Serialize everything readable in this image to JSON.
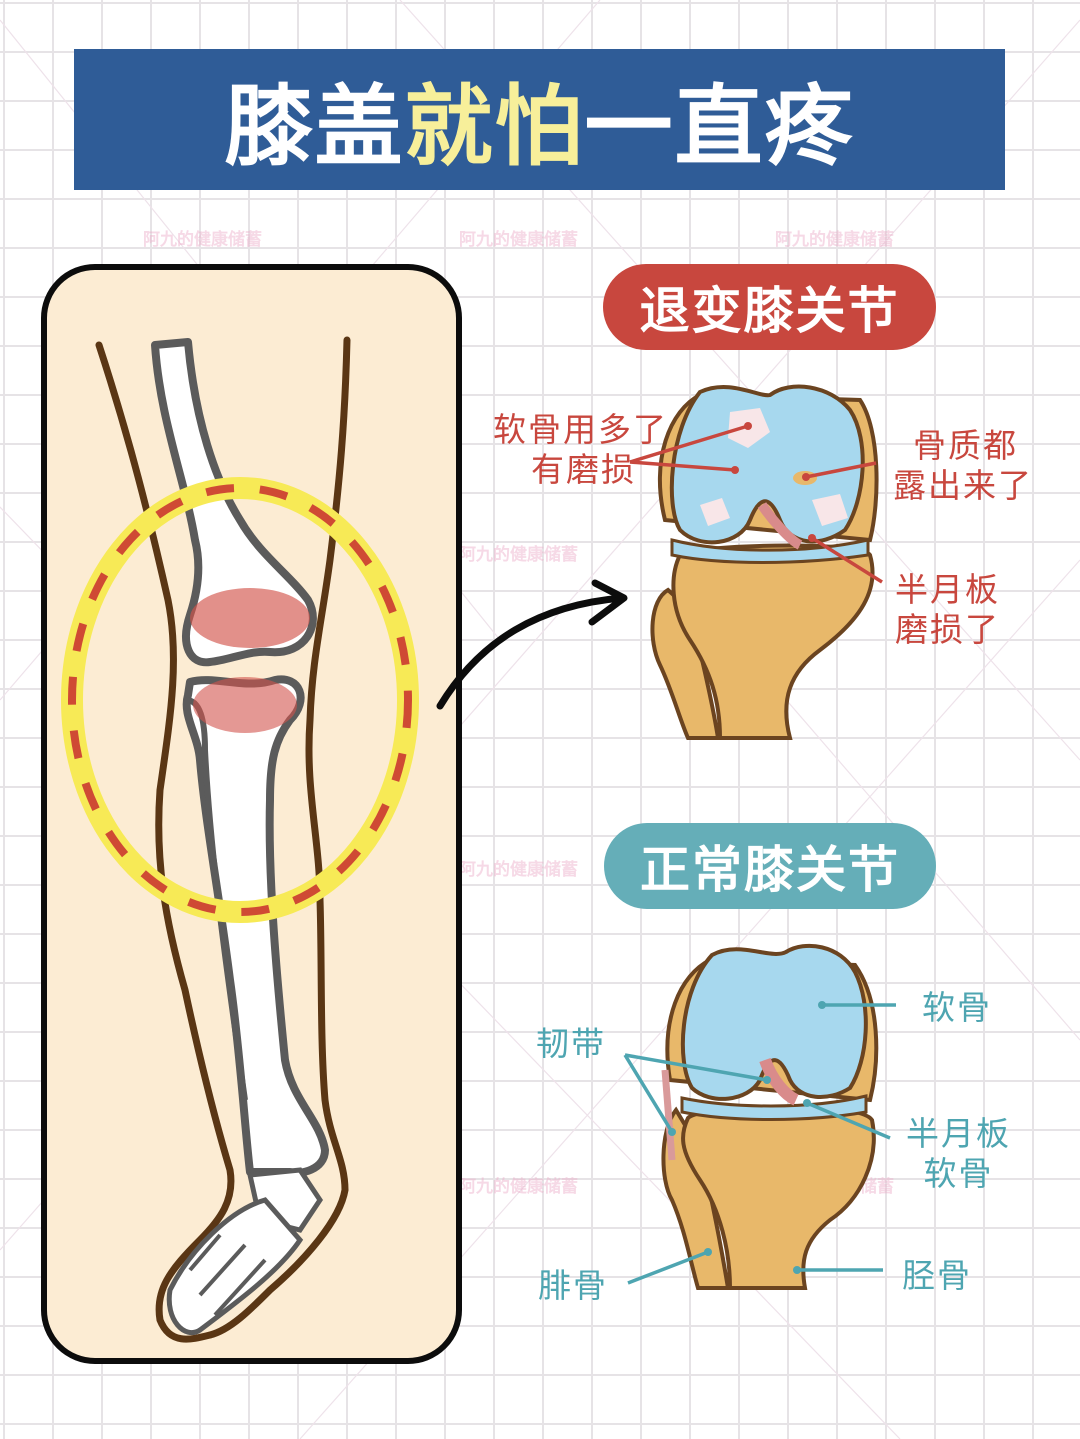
{
  "title": {
    "part1": "膝盖",
    "highlight": "就怕",
    "part2": "一直疼"
  },
  "watermark": "阿九的健康储蓄",
  "colors": {
    "title_bg": "#2f5c97",
    "title_highlight": "#f7ef9a",
    "degenerative_accent": "#c8473e",
    "normal_accent": "#65aeb8",
    "cartilage_blue": "#a7d8ee",
    "bone_tan": "#e8b86a",
    "panel_bg": "#fcecd3",
    "pain_circle": "#f7ea56"
  },
  "leg_panel": {
    "figure": "leg-skeleton-knee-highlighted",
    "highlight": "knee-pain-circle"
  },
  "degenerative": {
    "heading": "退变膝关节",
    "labels": {
      "cartilage_worn_line1": "软骨用多了",
      "cartilage_worn_line2": "有磨损",
      "bone_exposed_line1": "骨质都",
      "bone_exposed_line2": "露出来了",
      "meniscus_worn_line1": "半月板",
      "meniscus_worn_line2": "磨损了"
    }
  },
  "normal": {
    "heading": "正常膝关节",
    "labels": {
      "cartilage": "软骨",
      "ligament": "韧带",
      "meniscus_line1": "半月板",
      "meniscus_line2": "软骨",
      "fibula": "腓骨",
      "tibia": "胫骨"
    }
  }
}
